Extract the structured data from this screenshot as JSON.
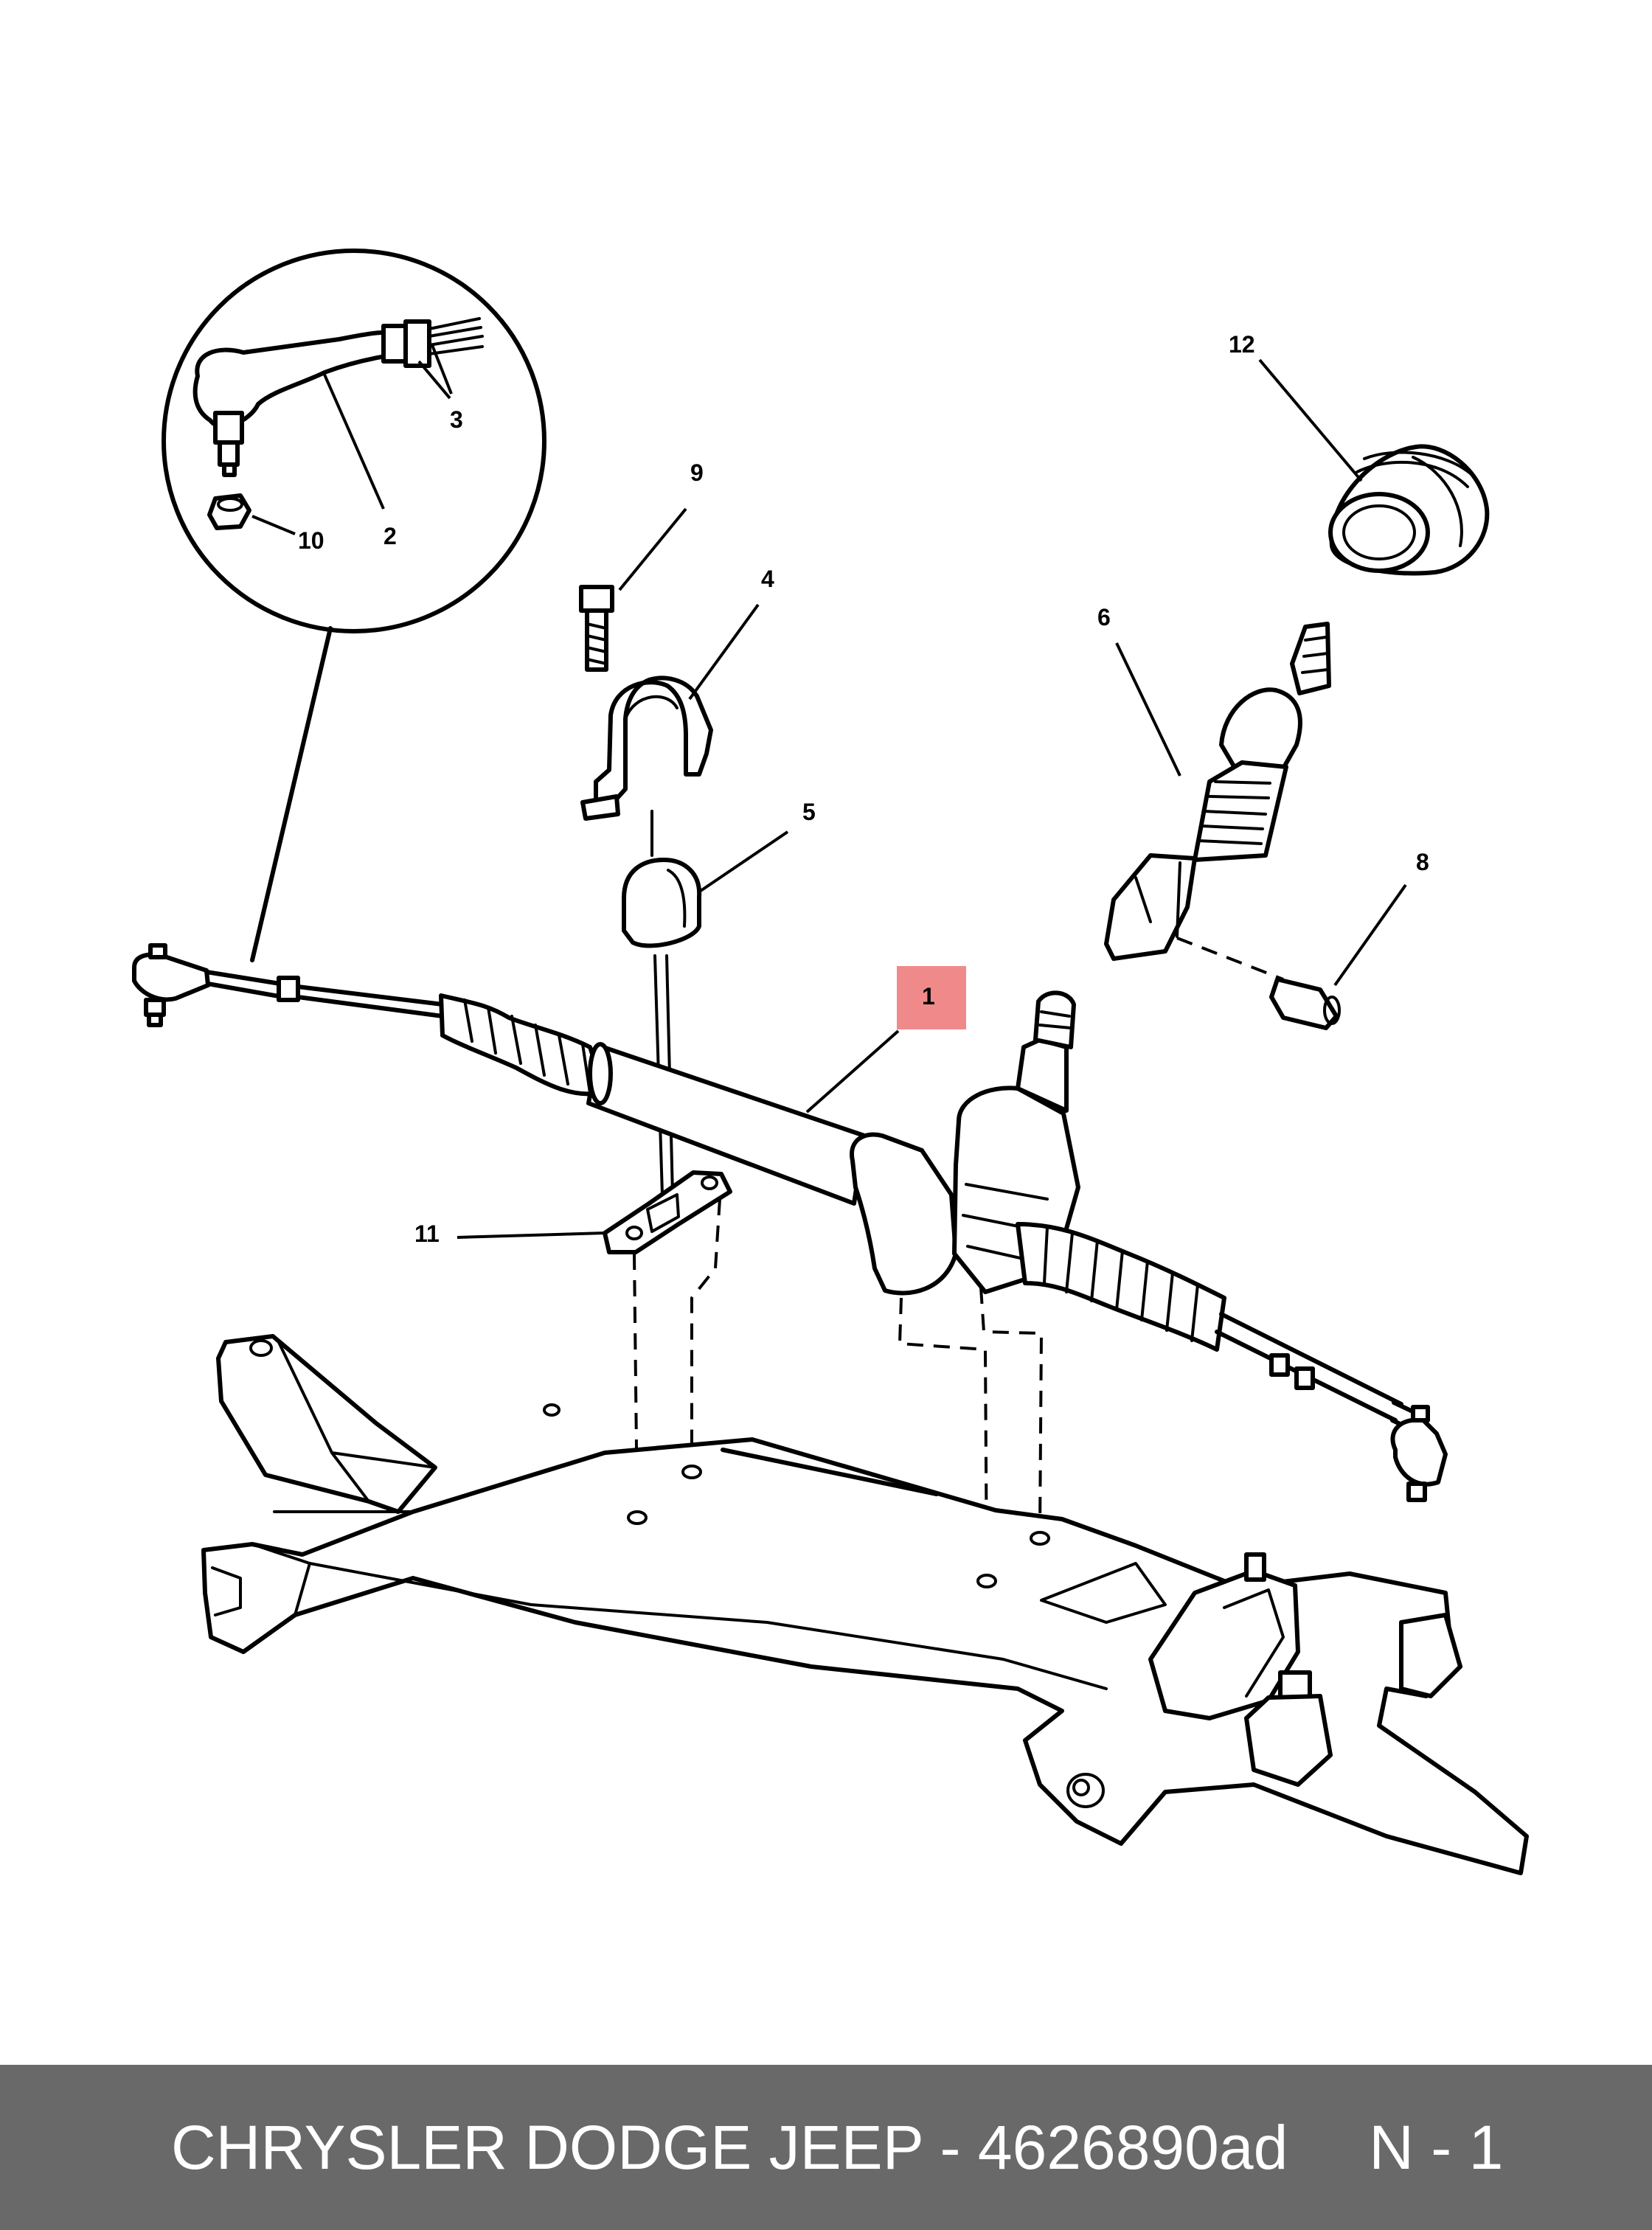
{
  "diagram": {
    "callouts": {
      "c1": "1",
      "c2": "2",
      "c3": "3",
      "c4": "4",
      "c5": "5",
      "c6": "6",
      "c8": "8",
      "c9": "9",
      "c10": "10",
      "c11": "11",
      "c12": "12"
    },
    "highlight_color": "#f08a8a"
  },
  "footer": {
    "label": "CHRYSLER DODGE JEEP - 4626890ad",
    "code": "N - 1",
    "background": "#696969"
  }
}
